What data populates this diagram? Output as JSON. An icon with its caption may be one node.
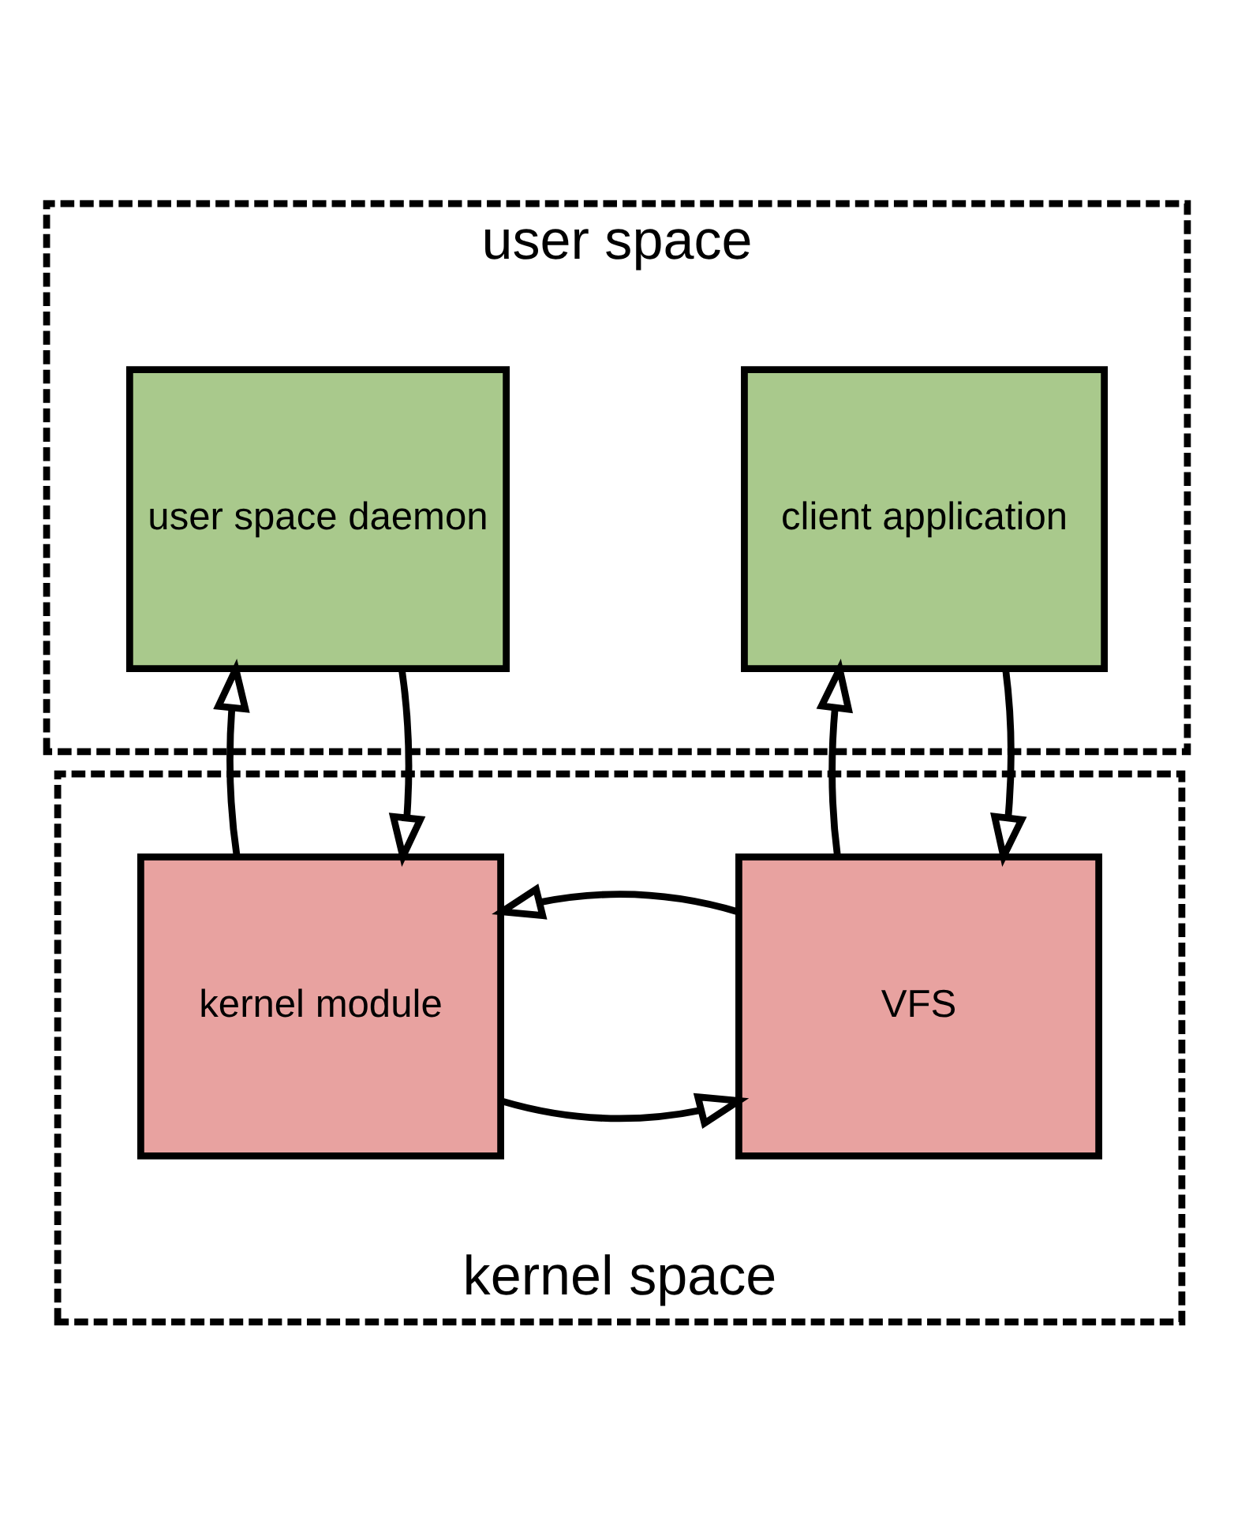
{
  "diagram": {
    "nodes": [
      {
        "text": [
          "user space"
        ]
      },
      {
        "text": [
          "client application"
        ],
        "in": 0
      },
      {
        "text": [
          "user space daemon"
        ],
        "in": 0
      },
      {
        "text": [
          "kernel space"
        ]
      },
      {
        "text": [
          "VFS"
        ],
        "in": 3
      },
      {
        "text": [
          "kernel module"
        ],
        "in": 3
      }
    ],
    "edges": [
      {
        "from": 1,
        "to": 4,
        "arrow": "to"
      },
      {
        "from": 4,
        "to": 1,
        "arrow": "to"
      },
      {
        "from": 2,
        "to": 5,
        "arrow": "to"
      },
      {
        "from": 5,
        "to": 2,
        "arrow": "to"
      },
      {
        "from": 5,
        "to": 4,
        "arrow": "to"
      },
      {
        "from": 4,
        "to": 5,
        "arrow": "to"
      }
    ]
  }
}
